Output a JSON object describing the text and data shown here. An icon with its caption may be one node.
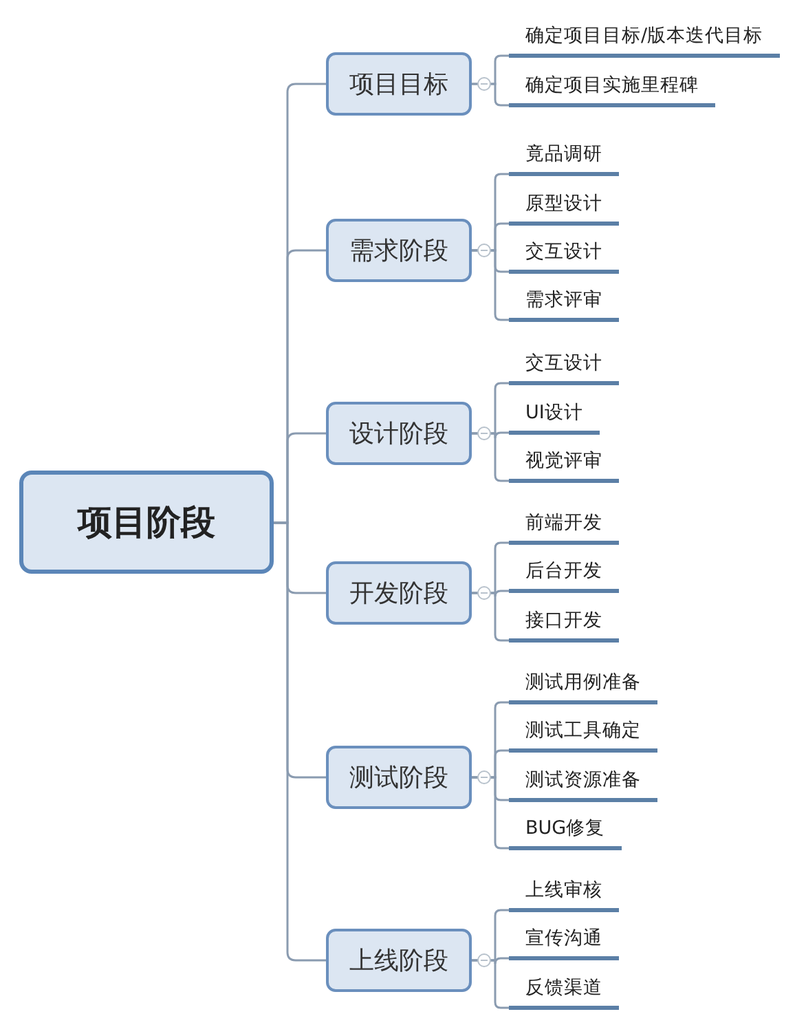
{
  "diagram": {
    "nodes": [
      {
        "text": [
          "项目阶段"
        ]
      },
      {
        "text": [
          "项目目标"
        ]
      },
      {
        "text": [
          "确定项目目标/版本迭代目标"
        ]
      },
      {
        "text": [
          "确定项目实施里程碑"
        ]
      },
      {
        "text": [
          "需求阶段"
        ]
      },
      {
        "text": [
          "竟品调研"
        ]
      },
      {
        "text": [
          "原型设计"
        ]
      },
      {
        "text": [
          "交互设计"
        ]
      },
      {
        "text": [
          "需求评审"
        ]
      },
      {
        "text": [
          "设计阶段"
        ]
      },
      {
        "text": [
          "交互设计"
        ]
      },
      {
        "text": [
          "UI设计"
        ]
      },
      {
        "text": [
          "视觉评审"
        ]
      },
      {
        "text": [
          "开发阶段"
        ]
      },
      {
        "text": [
          "前端开发"
        ]
      },
      {
        "text": [
          "后台开发"
        ]
      },
      {
        "text": [
          "接口开发"
        ]
      },
      {
        "text": [
          "测试阶段"
        ]
      },
      {
        "text": [
          "测试用例准备"
        ]
      },
      {
        "text": [
          "测试工具确定"
        ]
      },
      {
        "text": [
          "测试资源准备"
        ]
      },
      {
        "text": [
          "BUG修复"
        ]
      },
      {
        "text": [
          "上线阶段"
        ]
      },
      {
        "text": [
          "上线审核"
        ]
      },
      {
        "text": [
          "宣传沟通"
        ]
      },
      {
        "text": [
          "反馈渠道"
        ]
      }
    ],
    "edges": [
      {
        "from": 0,
        "to": 1,
        "arrow": "none"
      },
      {
        "from": 1,
        "to": 2,
        "arrow": "none"
      },
      {
        "from": 1,
        "to": 3,
        "arrow": "none"
      },
      {
        "from": 0,
        "to": 4,
        "arrow": "none"
      },
      {
        "from": 4,
        "to": 5,
        "arrow": "none"
      },
      {
        "from": 4,
        "to": 6,
        "arrow": "none"
      },
      {
        "from": 4,
        "to": 7,
        "arrow": "none"
      },
      {
        "from": 4,
        "to": 8,
        "arrow": "none"
      },
      {
        "from": 0,
        "to": 9,
        "arrow": "none"
      },
      {
        "from": 9,
        "to": 10,
        "arrow": "none"
      },
      {
        "from": 9,
        "to": 11,
        "arrow": "none"
      },
      {
        "from": 9,
        "to": 12,
        "arrow": "none"
      },
      {
        "from": 0,
        "to": 13,
        "arrow": "none"
      },
      {
        "from": 13,
        "to": 14,
        "arrow": "none"
      },
      {
        "from": 13,
        "to": 15,
        "arrow": "none"
      },
      {
        "from": 13,
        "to": 16,
        "arrow": "none"
      },
      {
        "from": 0,
        "to": 17,
        "arrow": "none"
      },
      {
        "from": 17,
        "to": 18,
        "arrow": "none"
      },
      {
        "from": 17,
        "to": 19,
        "arrow": "none"
      },
      {
        "from": 17,
        "to": 20,
        "arrow": "none"
      },
      {
        "from": 17,
        "to": 21,
        "arrow": "none"
      },
      {
        "from": 0,
        "to": 22,
        "arrow": "none"
      },
      {
        "from": 22,
        "to": 23,
        "arrow": "none"
      },
      {
        "from": 22,
        "to": 24,
        "arrow": "none"
      },
      {
        "from": 22,
        "to": 25,
        "arrow": "none"
      }
    ]
  }
}
